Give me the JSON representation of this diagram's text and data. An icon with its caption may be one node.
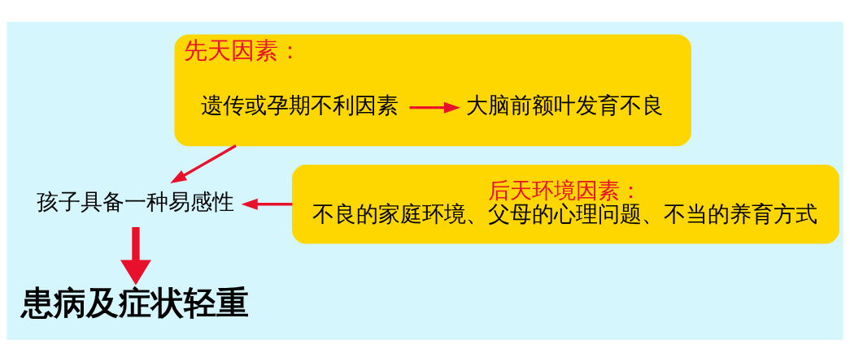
{
  "diagram": {
    "nodes": [
      {
        "text": [
          "先天因素："
        ]
      },
      {
        "text": [
          "遗传或孕期不利因素"
        ],
        "in": 0
      },
      {
        "text": [
          "大脑前额叶发育不良"
        ],
        "in": 0
      },
      {
        "text": [
          "孩子具备一种易感性"
        ]
      },
      {
        "text": [
          "后天环境因素：",
          "不良的家庭环境、父母的心理问题、不当的养育方式"
        ]
      },
      {
        "text": [
          "患病及症状轻重"
        ]
      }
    ],
    "edges": [
      {
        "from": 1,
        "to": 2,
        "arrow": "to"
      },
      {
        "from": 0,
        "to": 3,
        "arrow": "to"
      },
      {
        "from": 4,
        "to": 3,
        "arrow": "to"
      },
      {
        "from": 3,
        "to": 5,
        "arrow": "to",
        "style": "thick"
      }
    ]
  }
}
